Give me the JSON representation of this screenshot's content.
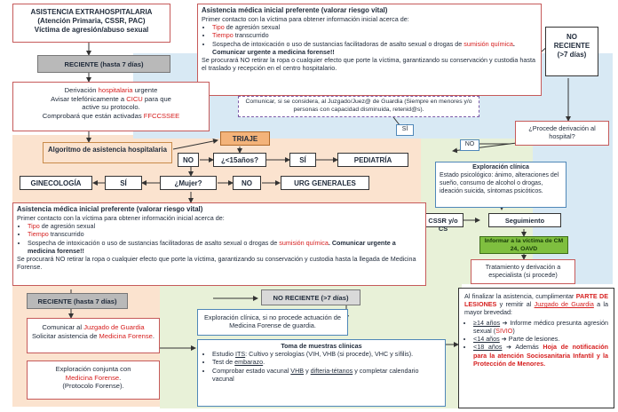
{
  "colors": {
    "orange_bg": "#fbe3cf",
    "green_bg": "#e8f1d8",
    "blue_bg": "#d8e9f4",
    "red_text": "#d62020",
    "box_border": "#c65a5a",
    "triaje": "#f3b37a",
    "cm24": "#7fbf3f"
  },
  "title": {
    "line1": "ASISTENCIA EXTRAHOSPITALARIA",
    "line2": "(Atención Primaria, CSSR, PAC)",
    "line3": "Víctima de agresión/abuso sexual"
  },
  "top_box": {
    "title": "Asistencia médica inicial preferente (valorar riesgo vital)",
    "intro": "Primer contacto con la víctima para obtener información inicial acerca de:",
    "items": [
      {
        "red": "Tipo",
        "text": " de agresión sexual"
      },
      {
        "red": "Tiempo",
        "text": " transcurrido"
      }
    ],
    "item3_pre": "Sospecha de intoxicación o uso de sustancias facilitadoras de asalto sexual o drogas de ",
    "item3_red": "sumisión química",
    "item3_bold": ". Comunicar urgente a medicina forense!!",
    "footer": "Se procurará NO retirar la ropa o cualquier efecto que porte la víctima, garantizando su conservación y custodia hasta el traslado y recepción en el centro hospitalario."
  },
  "no_reciente_top": {
    "line1": "NO",
    "line2": "RECIENTE",
    "line3": "(>7 días)"
  },
  "reciente_top": "RECIENTE (hasta 7 días)",
  "derivacion_box": {
    "p1": "Derivación ",
    "p1_red": "hospitalaria",
    "p1_end": " urgente",
    "p2": "Avisar telefónicamente a ",
    "p2_red": "CICU",
    "p2_end": " para que",
    "p3": "active su protocolo.",
    "p4": "Comprobará que están activadas ",
    "p4_red": "FFCCSSEE"
  },
  "juzgado_note": "Comunicar, si se considera, al Juzgado/Juez@ de Guardia (Siempre en menores y/o personas con capacidad disminuida, retenid@s).",
  "si_label": "SÍ",
  "no_label": "NO",
  "procede_derivacion": "¿Procede derivación al hospital?",
  "algoritmo": "Algoritmo de asistencia hospitalaria",
  "triaje": "TRIAJE",
  "menor15": "¿<15años?",
  "pediatria": "PEDIATRÍA",
  "mujer": "¿Mujer?",
  "ginecologia": "GINECOLOGÍA",
  "urg_generales": "URG GENERALES",
  "exploracion_right": {
    "title": "Exploración clínica",
    "text": "Estado psicológico: ánimo, alteraciones del sueño, consumo de alcohol o drogas, ideación suicida, síntomas psicóticos."
  },
  "cssr": "CSSR y/o CS",
  "seguimiento": "Seguimiento",
  "cm24": "Informar a la víctima de CM 24, OAVD",
  "tratamiento": "Tratamiento y derivación a especialista (si procede)",
  "mid_box": {
    "title": "Asistencia médica inicial preferente (valorar riesgo vital)",
    "intro": "Primer contacto con la víctima para obtener información inicial acerca de:",
    "items": [
      {
        "red": "Tipo",
        "text": " de agresión sexual"
      },
      {
        "red": "Tiempo",
        "text": " transcurrido"
      }
    ],
    "item3_pre": "Sospecha de intoxicación o uso de sustancias facilitadoras de asalto sexual o drogas de ",
    "item3_red": "sumisión química",
    "item3_bold": ". Comunicar urgente a medicina forense!!",
    "footer": "Se procurará NO retirar la ropa o cualquier efecto que porte la víctima, garantizando su conservación y custodia hasta la llegada de Medicina Forense."
  },
  "no_reciente_mid": "NO RECIENTE (>7 días)",
  "reciente_mid": "RECIENTE (hasta 7 días)",
  "comunicar_juzgado": {
    "p1": "Comunicar al ",
    "p1_red": "Juzgado de Guardia",
    "p2": "Solicitar asistencia de ",
    "p2_red": "Medicina Forense",
    "p2_end": "."
  },
  "exploracion_no_forense": "Exploración clínica, si no procede actuación de Medicina Forense de guardia.",
  "exploracion_conjunta": {
    "p1": "Exploración conjunta con",
    "p2_red": "Medicina Forense",
    "p2_end": ".",
    "p3": "(Protocolo Forense)."
  },
  "muestras": {
    "title": "Toma de muestras clínicas",
    "items": [
      {
        "pre": "Estudio ",
        "u": "ITS",
        "post": ": Cultivo y serologías (VIH, VHB (si procede), VHC y sífilis)."
      },
      {
        "pre": "Test de ",
        "u": "embarazo",
        "post": "."
      },
      {
        "pre": "Comprobar estado vacunal ",
        "u": "VHB",
        "post": " y ",
        "u2": "difteria-tétanos",
        "post2": " y completar calendario vacunal"
      }
    ]
  },
  "final_box": {
    "p1": "Al finalizar la asistencia, cumplimentar ",
    "p1_red": "PARTE DE LESIONES",
    "p2": " y remitir al ",
    "p2_red": "Juzgado de Guardia",
    "p3": " a la mayor brevedad:",
    "items": [
      {
        "u": "≥14 años",
        "text": " ➔ Informe médico presunta agresión sexual (",
        "red": "SIVIO",
        "end": ")"
      },
      {
        "u": "<14 años",
        "text": " ➔ Parte de lesiones.",
        "red": "",
        "end": ""
      },
      {
        "u": "<18 años",
        "text": " ➔ Además ",
        "red": "Hoja de notificación para la atención Sociosanitaria Infantil y la Protección de Menores.",
        "end": ""
      }
    ]
  }
}
